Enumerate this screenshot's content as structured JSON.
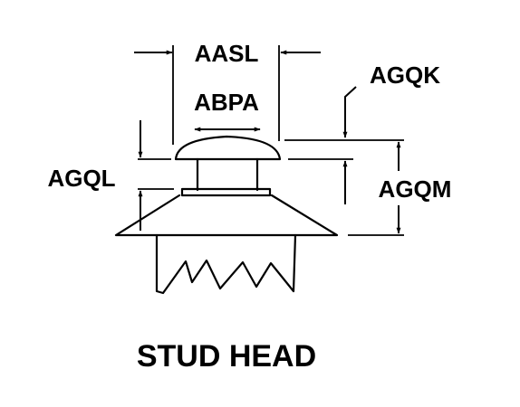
{
  "diagram": {
    "title": "STUD HEAD",
    "labels": {
      "aasl": "AASL",
      "abpa": "ABPA",
      "agqk": "AGQK",
      "agql": "AGQL",
      "agqm": "AGQM"
    },
    "colors": {
      "ink": "#000000",
      "background": "#ffffff"
    }
  }
}
